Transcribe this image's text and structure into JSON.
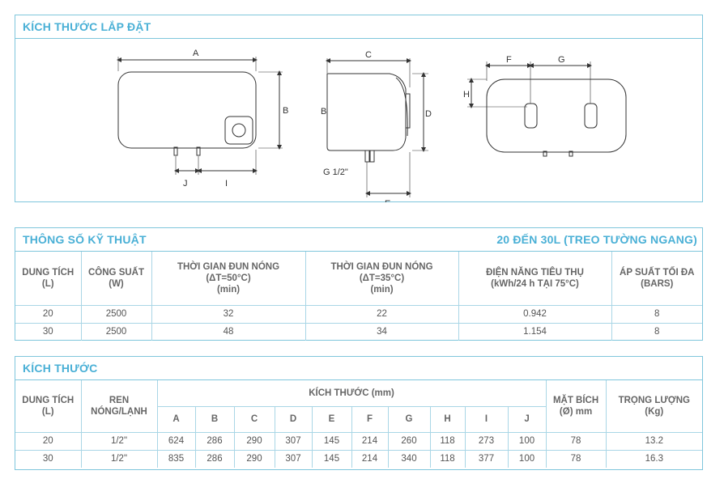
{
  "install": {
    "title": "KÍCH THƯỚC LẮP ĐẶT",
    "labels": {
      "A": "A",
      "B": "B",
      "C": "C",
      "D": "D",
      "E": "E",
      "F": "F",
      "G": "G",
      "H": "H",
      "I": "I",
      "J": "J",
      "G12": "G 1/2\""
    }
  },
  "specs": {
    "title": "THÔNG SỐ KỸ THUẬT",
    "subtitle": "20 ĐẾN 30L (TREO TƯỜNG NGANG)",
    "headers": [
      [
        "DUNG TÍCH",
        "(L)",
        ""
      ],
      [
        "CÔNG SUẤT",
        "(W)",
        ""
      ],
      [
        "THỜI GIAN ĐUN NÓNG",
        "(ΔT=50°C)",
        "(min)"
      ],
      [
        "THỜI GIAN ĐUN NÓNG",
        "(ΔT=35°C)",
        "(min)"
      ],
      [
        "ĐIỆN NĂNG TIÊU THỤ",
        "(kWh/24 h TẠI 75°C)",
        ""
      ],
      [
        "ÁP SUẤT TỐI ĐA",
        "(BARS)",
        ""
      ]
    ],
    "rows": [
      [
        "20",
        "2500",
        "32",
        "22",
        "0.942",
        "8"
      ],
      [
        "30",
        "2500",
        "48",
        "34",
        "1.154",
        "8"
      ]
    ]
  },
  "dims": {
    "title": "KÍCH THƯỚC",
    "header_capacity": [
      "DUNG TÍCH",
      "(L)"
    ],
    "header_thread": [
      "REN",
      "NÓNG/LẠNH"
    ],
    "header_group": "KÍCH THƯỚC (mm)",
    "letters": [
      "A",
      "B",
      "C",
      "D",
      "E",
      "F",
      "G",
      "H",
      "I",
      "J"
    ],
    "header_flange": [
      "MẶT BÍCH",
      "(Ø) mm"
    ],
    "header_weight": [
      "TRỌNG LƯỢNG",
      "(Kg)"
    ],
    "rows": [
      [
        "20",
        "1/2\"",
        "624",
        "286",
        "290",
        "307",
        "145",
        "214",
        "260",
        "118",
        "273",
        "100",
        "78",
        "13.2"
      ],
      [
        "30",
        "1/2\"",
        "835",
        "286",
        "290",
        "307",
        "145",
        "214",
        "340",
        "118",
        "377",
        "100",
        "78",
        "16.3"
      ]
    ]
  }
}
